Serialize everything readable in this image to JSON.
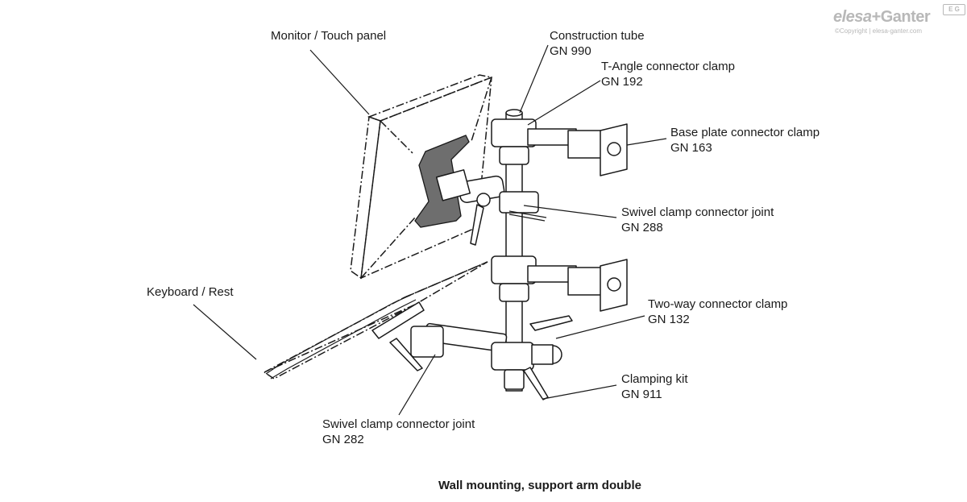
{
  "logo": {
    "brand_a": "elesa",
    "brand_b": "+Ganter",
    "copyright": "©Copyright | elesa-ganter.com",
    "badge": "E G"
  },
  "labels": {
    "monitor": "Monitor / Touch panel",
    "construction_tube": {
      "title": "Construction tube",
      "code": "GN 990"
    },
    "t_angle": {
      "title": "T-Angle connector clamp",
      "code": "GN 192"
    },
    "base_plate": {
      "title": "Base plate connector clamp",
      "code": "GN 163"
    },
    "swivel_288": {
      "title": "Swivel clamp connector joint",
      "code": "GN 288"
    },
    "keyboard": "Keyboard / Rest",
    "two_way": {
      "title": "Two-way connector clamp",
      "code": "GN 132"
    },
    "clamping_kit": {
      "title": "Clamping kit",
      "code": "GN 911"
    },
    "swivel_282": {
      "title": "Swivel clamp connector joint",
      "code": "GN 282"
    }
  },
  "caption": "Wall mounting, support arm double"
}
